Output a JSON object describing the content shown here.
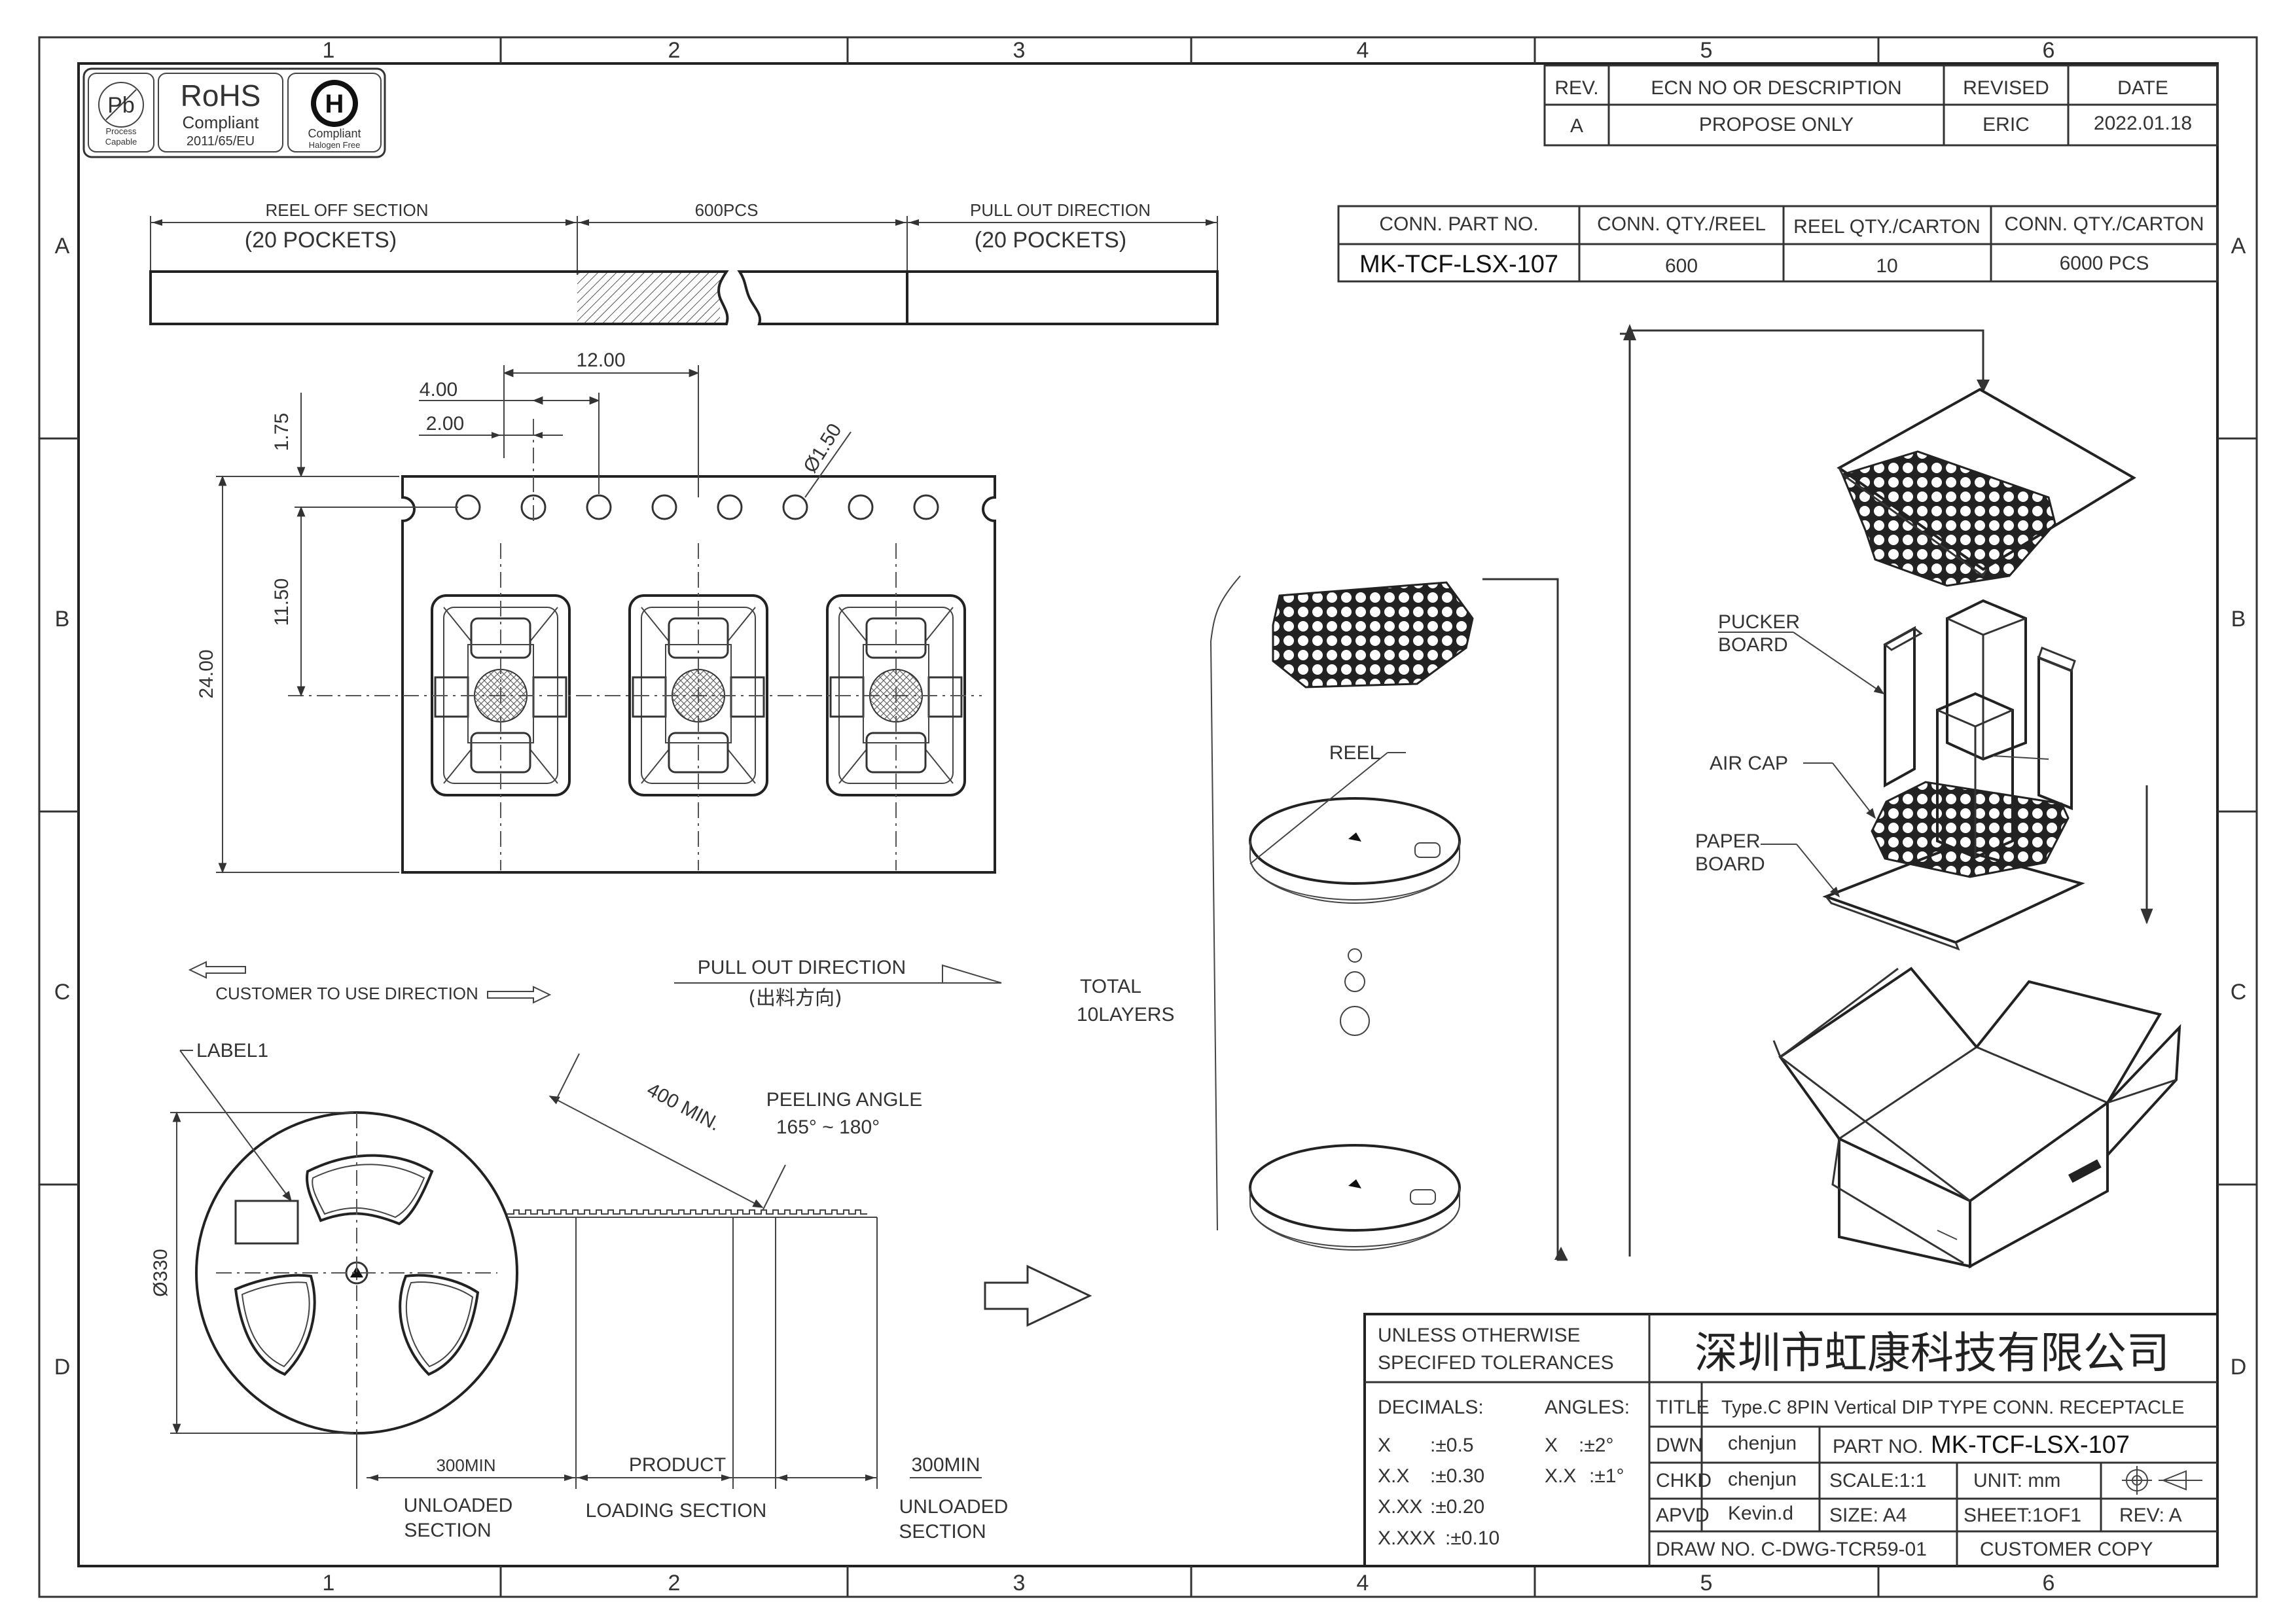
{
  "frame": {
    "columns": [
      "1",
      "2",
      "3",
      "4",
      "5",
      "6"
    ],
    "rows": [
      "A",
      "B",
      "C",
      "D"
    ]
  },
  "logos": {
    "pb": {
      "symbol": "Pb",
      "line1": "Process",
      "line2": "Capable"
    },
    "rohs": {
      "title": "RoHS",
      "line1": "Compliant",
      "line2": "2011/65/EU"
    },
    "halogen": {
      "symbol": "H",
      "line1": "Compliant",
      "line2": "Halogen Free"
    }
  },
  "revision_table": {
    "headers": [
      "REV.",
      "ECN NO OR DESCRIPTION",
      "REVISED",
      "DATE"
    ],
    "rows": [
      [
        "A",
        "PROPOSE ONLY",
        "ERIC",
        "2022.01.18"
      ]
    ]
  },
  "packing_table": {
    "headers": [
      "CONN. PART NO.",
      "CONN. QTY./REEL",
      "REEL QTY./CARTON",
      "CONN. QTY./CARTON"
    ],
    "rows": [
      [
        "MK-TCF-LSX-107",
        "600",
        "10",
        "6000 PCS"
      ]
    ]
  },
  "tape_strip": {
    "reel_off": "REEL OFF SECTION",
    "reel_off_pockets": "(20 POCKETS)",
    "count": "600PCS",
    "pull_out": "PULL OUT DIRECTION",
    "pull_out_pockets": "(20 POCKETS)"
  },
  "tape_dims": {
    "d12": "12.00",
    "d4": "4.00",
    "d2": "2.00",
    "d175": "1.75",
    "d1150": "11.50",
    "d24": "24.00",
    "hole": "Ø1.50"
  },
  "directions": {
    "customer": "CUSTOMER TO USE DIRECTION",
    "pull_out": "PULL OUT DIRECTION",
    "pull_out_cn": "(出料方向)"
  },
  "reel_view": {
    "label": "LABEL1",
    "diameter": "Ø330",
    "min400": "400 MIN.",
    "peeling_angle": "PEELING ANGLE",
    "peeling_range": "165° ~ 180°",
    "min300_left": "300MIN",
    "product": "PRODUCT",
    "min300_right": "300MIN",
    "unloaded_left_1": "UNLOADED",
    "unloaded_left_2": "SECTION",
    "loading": "LOADING SECTION",
    "unloaded_right_1": "UNLOADED",
    "unloaded_right_2": "SECTION"
  },
  "stack_view": {
    "total": "TOTAL",
    "layers": "10LAYERS",
    "reel": "REEL"
  },
  "carton_view": {
    "pucker_1": "PUCKER",
    "pucker_2": "BOARD",
    "air_cap": "AIR CAP",
    "paper_1": "PAPER",
    "paper_2": "BOARD"
  },
  "title_block": {
    "tol_1": "UNLESS OTHERWISE",
    "tol_2": "SPECIFED TOLERANCES",
    "company": "深圳市虹康科技有限公司",
    "decimals": "DECIMALS:",
    "angles": "ANGLES:",
    "x": "X",
    "x_tol": ":±0.5",
    "xx": "X.X",
    "xx_tol": ":±0.30",
    "xxx": "X.XX",
    "xxx_tol": ":±0.20",
    "xxxx": "X.XXX",
    "xxxx_tol": ":±0.10",
    "ax": "X",
    "ax_tol": ":±2°",
    "axx": "X.X",
    "axx_tol": ":±1°",
    "title_label": "TITLE",
    "title": "Type.C 8PIN Vertical DIP TYPE CONN. RECEPTACLE",
    "dwn_label": "DWN",
    "dwn": "chenjun",
    "part_no_label": "PART NO.",
    "part_no": "MK-TCF-LSX-107",
    "chkd_label": "CHKD",
    "chkd": "chenjun",
    "scale": "SCALE:1:1",
    "unit": "UNIT:   mm",
    "apvd_label": "APVD",
    "apvd": "Kevin.d",
    "size": "SIZE: A4",
    "sheet": "SHEET:1OF1",
    "rev": "REV: A",
    "draw_no": "DRAW NO. C-DWG-TCR59-01",
    "copy": "CUSTOMER COPY"
  }
}
